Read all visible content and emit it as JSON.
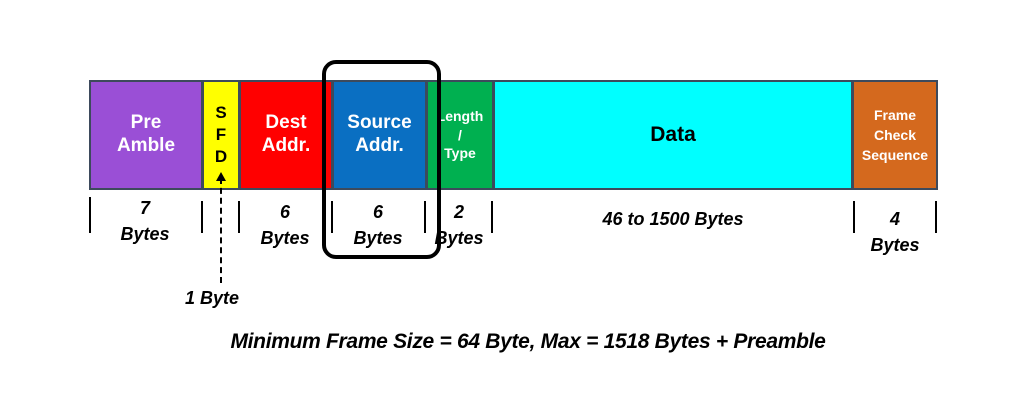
{
  "fields": {
    "preamble": {
      "line1": "Pre",
      "line2": "Amble",
      "color": "#9a4fd6"
    },
    "sfd": {
      "line1": "S",
      "line2": "F",
      "line3": "D",
      "color": "#ffff00"
    },
    "dest": {
      "line1": "Dest",
      "line2": "Addr.",
      "color": "#ff0000"
    },
    "source": {
      "line1": "Source",
      "line2": "Addr.",
      "color": "#0a6fc2"
    },
    "length": {
      "line1": "Length",
      "line2": "/",
      "line3": "Type",
      "color": "#00b050"
    },
    "data": {
      "label": "Data",
      "color": "#00ffff"
    },
    "fcs": {
      "line1": "Frame",
      "line2": "Check",
      "line3": "Sequence",
      "color": "#d4691e"
    }
  },
  "sizes": {
    "preamble": {
      "line1": "7",
      "line2": "Bytes"
    },
    "dest": {
      "line1": "6",
      "line2": "Bytes"
    },
    "source": {
      "line1": "6",
      "line2": "Bytes"
    },
    "length": {
      "line1": "2",
      "line2": "Bytes"
    },
    "data": {
      "line1": "46 to 1500 Bytes"
    },
    "fcs": {
      "line1": "4",
      "line2": "Bytes"
    },
    "sfd": "1 Byte"
  },
  "caption": "Minimum Frame Size = 64 Byte, Max = 1518 Bytes + Preamble"
}
